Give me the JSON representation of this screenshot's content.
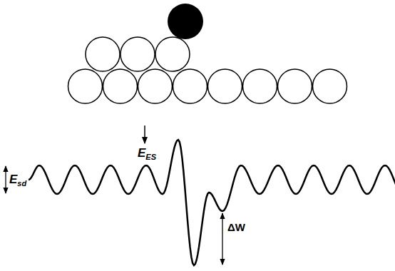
{
  "diagram": {
    "labels": [
      "E",
      "ES",
      "E",
      "sd",
      "ΔW"
    ]
  }
}
